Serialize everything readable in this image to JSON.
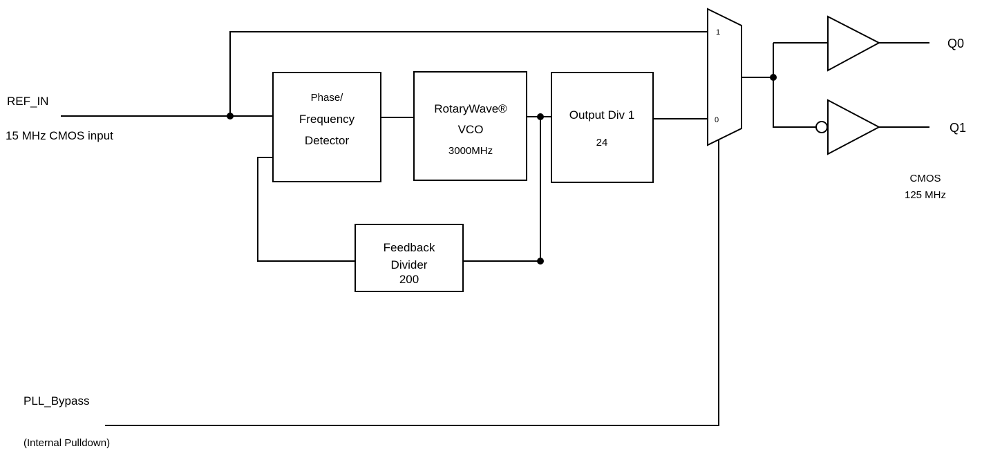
{
  "signals": {
    "ref_in": "REF_IN",
    "ref_in_desc": "15 MHz CMOS input",
    "pll_bypass": "PLL_Bypass",
    "pll_bypass_desc": "(Internal Pulldown)"
  },
  "blocks": {
    "pfd": {
      "line1": "Phase/",
      "line2": "Frequency",
      "line3": "Detector"
    },
    "vco": {
      "line1": "RotaryWave®",
      "line2": "VCO",
      "line3": "3000MHz"
    },
    "output_div": {
      "line1": "Output Div 1",
      "line2": "24"
    },
    "feedback": {
      "line1": "Feedback",
      "line2": "Divider",
      "line3": "200"
    }
  },
  "mux": {
    "input_1": "1",
    "input_0": "0"
  },
  "outputs": {
    "q0": "Q0",
    "q1": "Q1",
    "type": "CMOS",
    "freq": "125 MHz"
  }
}
